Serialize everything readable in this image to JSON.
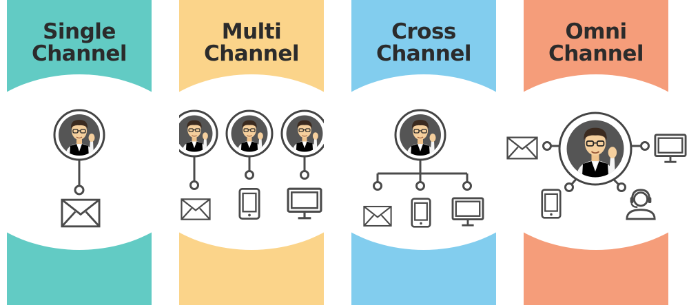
{
  "colors": {
    "single": "#62cbc4",
    "multi": "#fbd48a",
    "cross": "#82cdee",
    "omni": "#f59d7a",
    "line": "#4a4a4a",
    "ring": "#444444",
    "face": "#f5cf9d",
    "hair": "#3b2a1f"
  },
  "panels": [
    {
      "key": "single",
      "title_line1": "Single",
      "title_line2": "Channel",
      "vest_color": "#1faa8b",
      "channels": [
        "mail-icon"
      ]
    },
    {
      "key": "multi",
      "title_line1": "Multi",
      "title_line2": "Channel",
      "vest_color": "#f3b324",
      "channels": [
        "mail-icon",
        "mobile-icon",
        "monitor-icon"
      ]
    },
    {
      "key": "cross",
      "title_line1": "Cross",
      "title_line2": "Channel",
      "vest_color": "#2e9fe0",
      "channels": [
        "mail-icon",
        "mobile-icon",
        "monitor-icon"
      ]
    },
    {
      "key": "omni",
      "title_line1": "Omni",
      "title_line2": "Channel",
      "vest_color": "#e2443b",
      "channels": [
        "mail-icon",
        "monitor-icon",
        "mobile-icon",
        "headset-icon"
      ]
    }
  ]
}
